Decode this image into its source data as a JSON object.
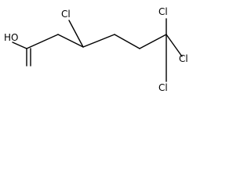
{
  "molecule": {
    "atoms": {
      "hydroxyl": "HO",
      "cl_3": "Cl",
      "cl_6a": "Cl",
      "cl_6b": "Cl",
      "cl_6c": "Cl"
    }
  }
}
